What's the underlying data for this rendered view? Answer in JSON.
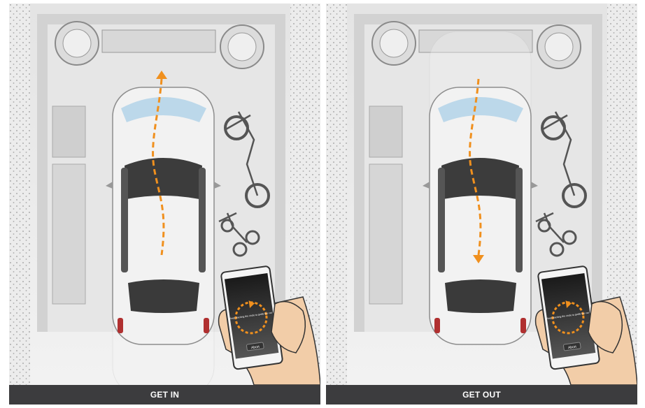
{
  "panels": [
    {
      "label": "GET IN",
      "direction": "forward"
    },
    {
      "label": "GET OUT",
      "direction": "reverse"
    }
  ],
  "phone": {
    "instruction": "Keep tracking the circle to guide the car",
    "abort_label": "Abort"
  },
  "colors": {
    "path_arrow": "#f0901e",
    "label_bar": "#3c3c3e",
    "floor": "#e8e8e8"
  }
}
